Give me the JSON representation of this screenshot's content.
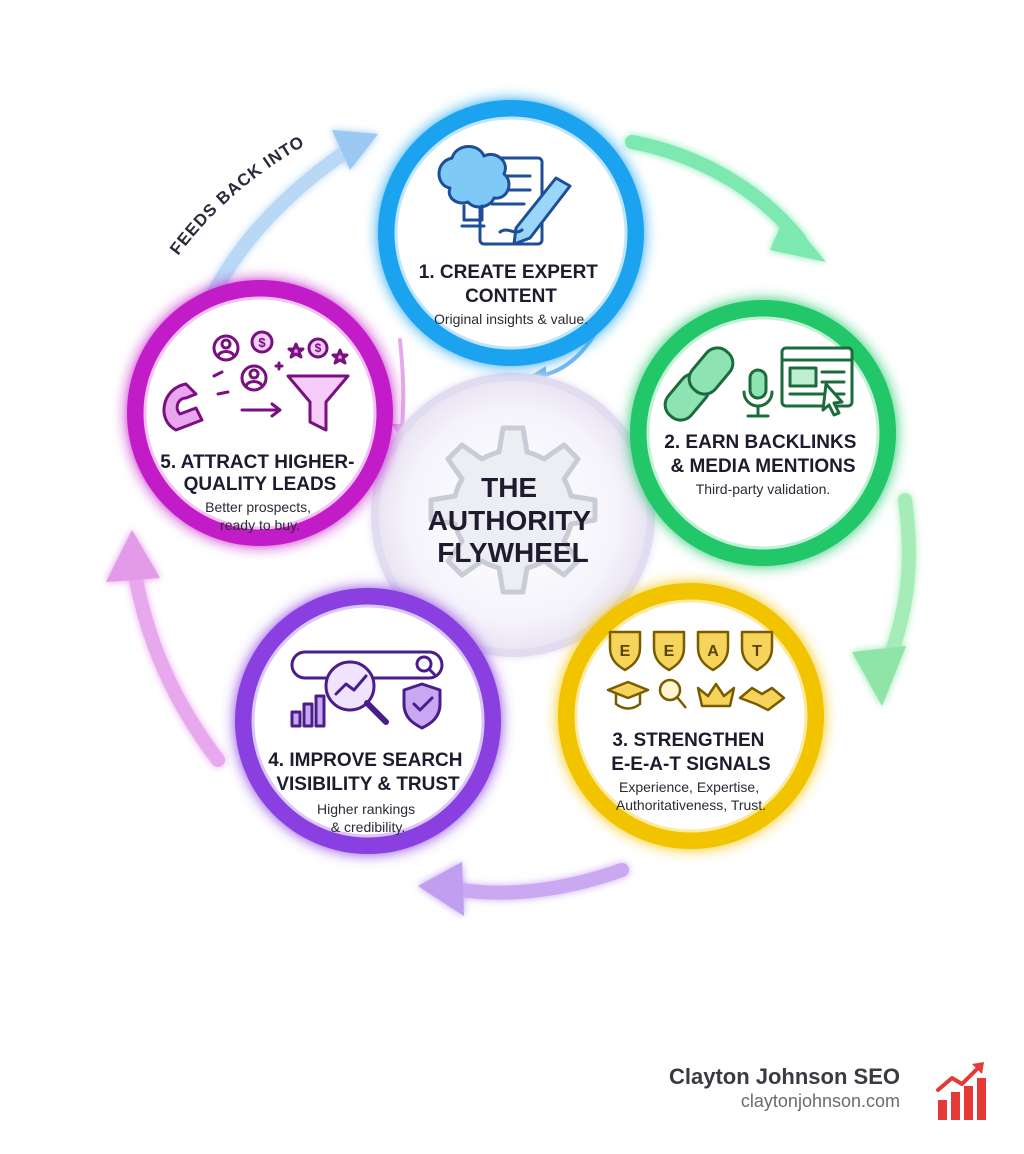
{
  "center": {
    "lines": [
      "THE",
      "AUTHORITY",
      "FLYWHEEL"
    ]
  },
  "feedback_label": "FEEDS BACK INTO",
  "stages": [
    {
      "title_lines": [
        "1. CREATE EXPERT",
        "CONTENT"
      ],
      "desc_lines": [
        "Original insights & value."
      ],
      "color": "#1aa3f0",
      "icon": "brain-document-pen-icon"
    },
    {
      "title_lines": [
        "2. EARN BACKLINKS",
        "& MEDIA MENTIONS"
      ],
      "desc_lines": [
        "Third-party validation."
      ],
      "color": "#22c76b",
      "icon": "link-microphone-browser-icon"
    },
    {
      "title_lines": [
        "3. STRENGTHEN",
        "E-E-A-T SIGNALS"
      ],
      "desc_lines": [
        "Experience, Expertise,",
        "Authoritativeness, Trust."
      ],
      "color": "#f2c400",
      "icon": "eeat-shields-icon",
      "badges": [
        "E",
        "E",
        "A",
        "T"
      ]
    },
    {
      "title_lines": [
        "4. IMPROVE SEARCH",
        "VISIBILITY & TRUST"
      ],
      "desc_lines": [
        "Higher rankings",
        "& credibility."
      ],
      "color": "#8a3fe0",
      "icon": "search-analytics-shield-icon"
    },
    {
      "title_lines": [
        "5. ATTRACT HIGHER-",
        "QUALITY LEADS"
      ],
      "desc_lines": [
        "Better prospects,",
        "ready to buy."
      ],
      "color": "#c21ec8",
      "icon": "magnet-funnel-icon"
    }
  ],
  "brand": {
    "name": "Clayton Johnson SEO",
    "url": "claytonjohnson.com",
    "logo_color": "#e53935"
  },
  "colors": {
    "center_ring": "#e2dcf0",
    "gear": "#c9ccd6"
  }
}
